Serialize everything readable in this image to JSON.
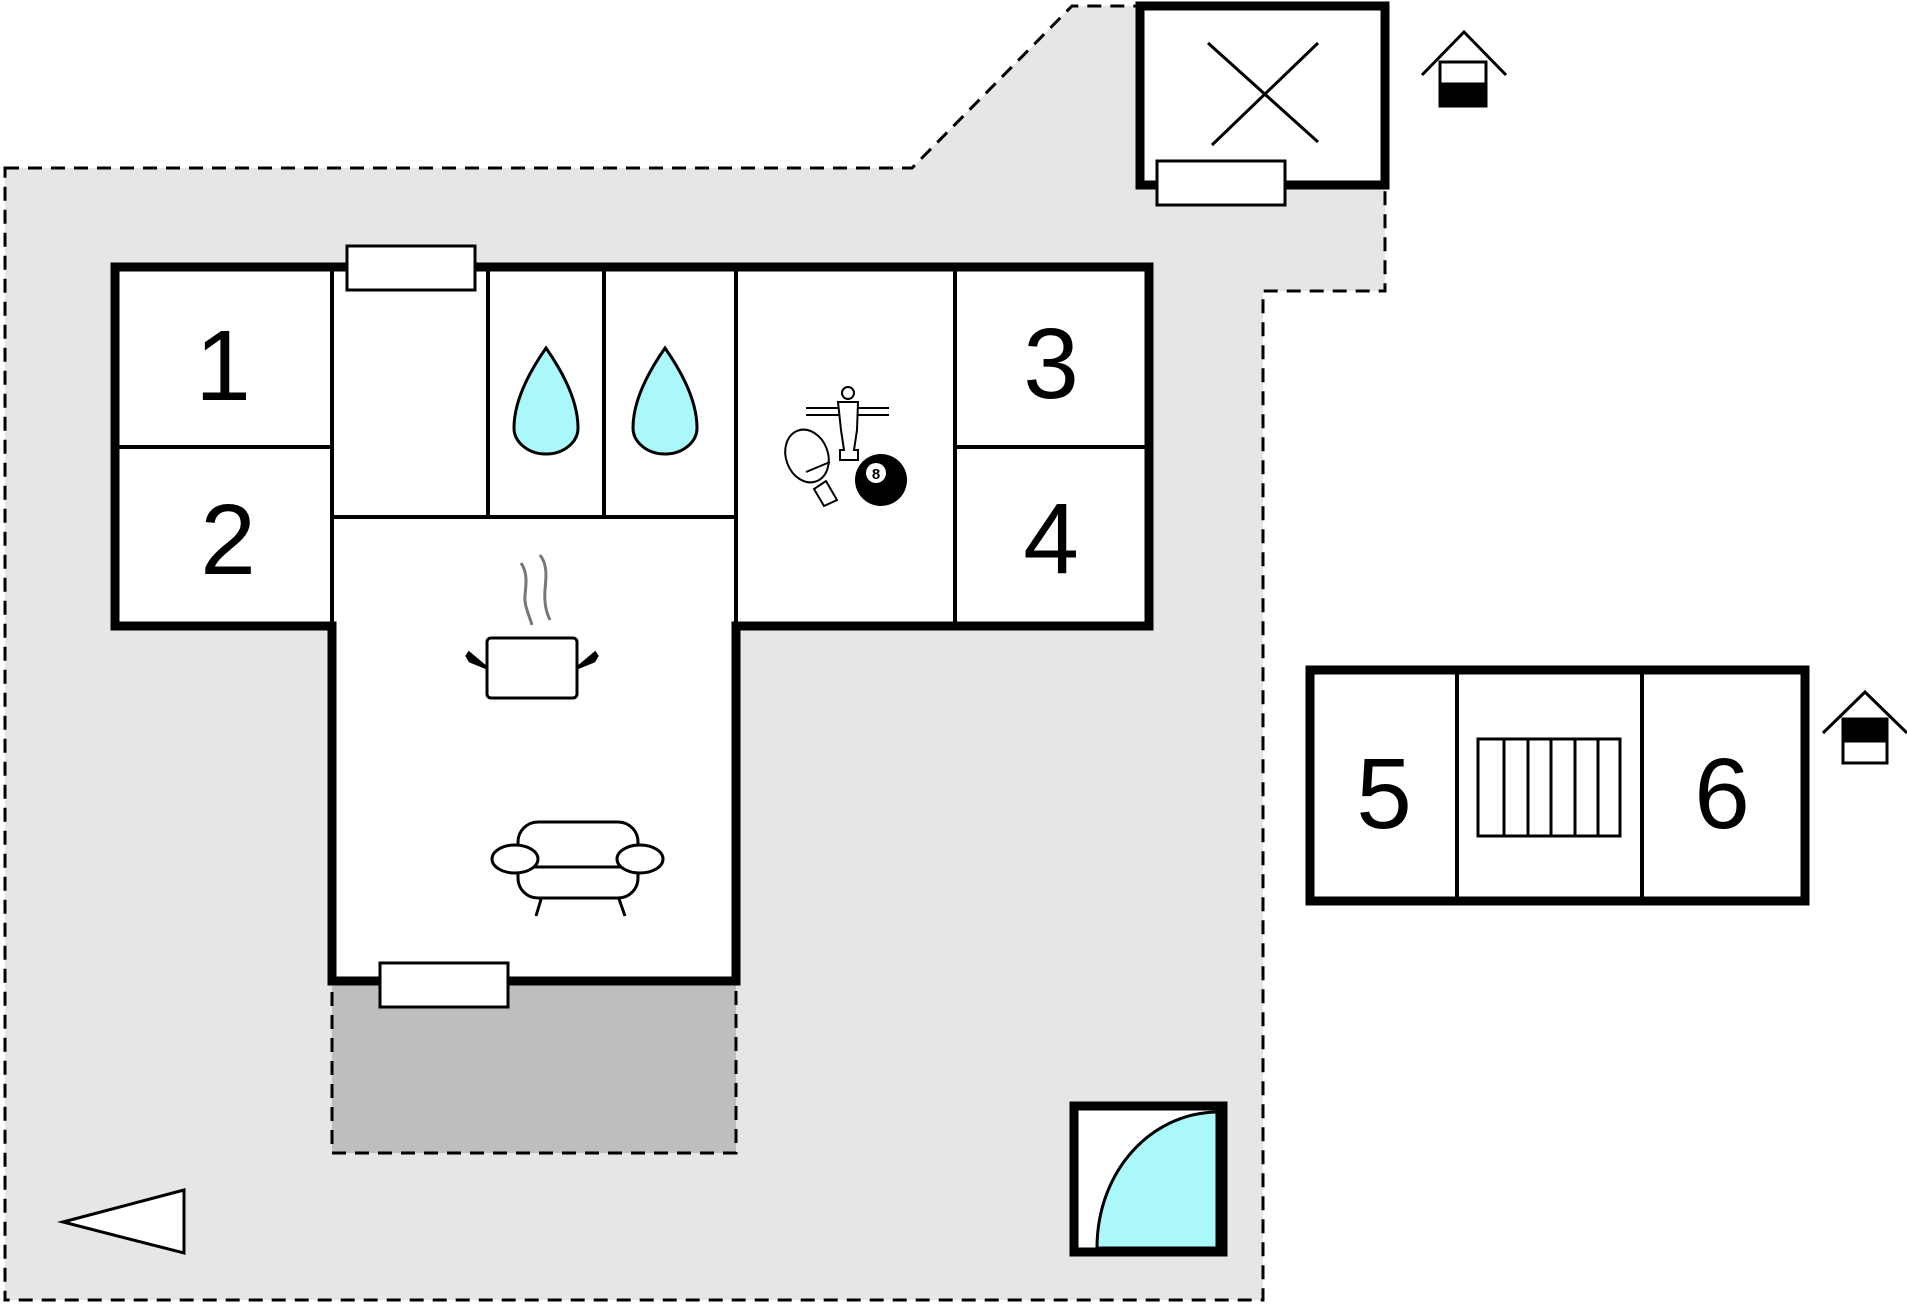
{
  "rooms": {
    "r1": "1",
    "r2": "2",
    "r3": "3",
    "r4": "4",
    "r5": "5",
    "r6": "6"
  },
  "icons": {
    "billiard_ball_number": "8"
  },
  "colors": {
    "plot_fill": "#e6e6e6",
    "terrace_fill": "#bebebe",
    "water_fill": "#aaf8fa",
    "wall": "#000000",
    "room_fill": "#ffffff"
  },
  "legend_icons": [
    "entrance-arrow-icon",
    "sauna-icon",
    "annex-house-icon",
    "carport-icon",
    "shower-icon",
    "kitchen-pot-icon",
    "sofa-icon",
    "table-tennis-icon",
    "table-football-icon",
    "billiard-ball-icon",
    "pool-icon",
    "bunk-bed-icon"
  ]
}
